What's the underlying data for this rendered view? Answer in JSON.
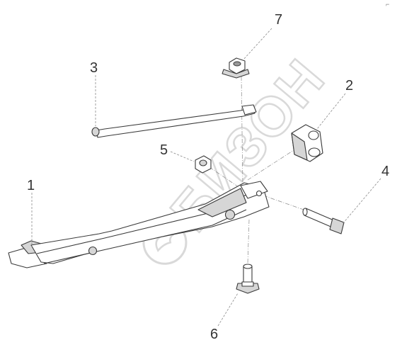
{
  "diagram": {
    "corner_mark": "⌐",
    "watermark": {
      "text": "БИЗОН",
      "logo": "bison-logo-icon"
    },
    "callouts": [
      {
        "id": "1",
        "label": "1"
      },
      {
        "id": "2",
        "label": "2"
      },
      {
        "id": "3",
        "label": "3"
      },
      {
        "id": "4",
        "label": "4"
      },
      {
        "id": "5",
        "label": "5"
      },
      {
        "id": "6",
        "label": "6"
      },
      {
        "id": "7",
        "label": "7"
      }
    ]
  }
}
